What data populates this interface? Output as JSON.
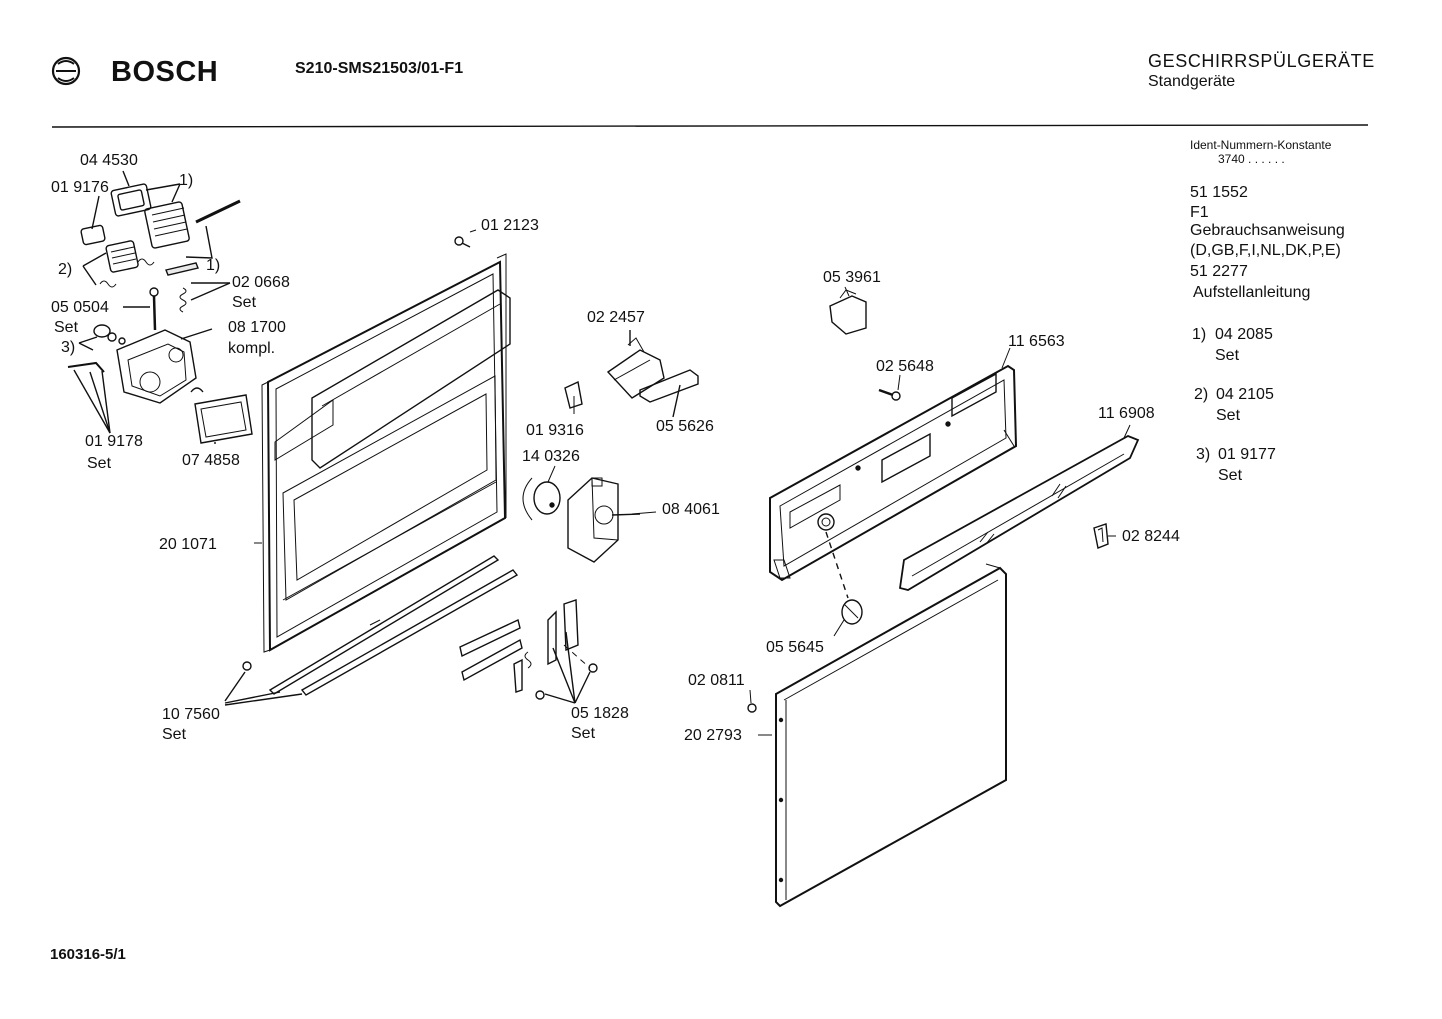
{
  "header": {
    "brand": "BOSCH",
    "model": "S210-SMS21503/01-F1",
    "category_title": "GESCHIRRSPÜLGERÄTE",
    "category_sub": "Standgeräte"
  },
  "side": {
    "ident_label": "Ident-Nummern-Konstante",
    "ident_value": "3740  . .   . . . .",
    "doc1_no": "51 1552",
    "doc1_code": "F1",
    "doc1_name": "Gebrauchsanweisung",
    "doc1_langs": "(D,GB,F,I,NL,DK,P,E)",
    "doc2_no": "51 2277",
    "doc2_name": "Aufstellanleitung",
    "notes": [
      {
        "key": "1)",
        "part": "04 2085",
        "suffix": "Set"
      },
      {
        "key": "2)",
        "part": "04 2105",
        "suffix": "Set"
      },
      {
        "key": "3)",
        "part": "01 9177",
        "suffix": "Set"
      }
    ]
  },
  "labels": {
    "l044530": "04 4530",
    "l019176": "01 9176",
    "n1a": "1)",
    "n1b": "1)",
    "n2": "2)",
    "n3": "3)",
    "l020668": "02 0668",
    "set_020668": "Set",
    "l050504": "05 0504",
    "set_050504": "Set",
    "l081700": "08 1700",
    "kompl": "kompl.",
    "l019178": "01 9178",
    "set_019178": "Set",
    "l074858": "07 4858",
    "l012123": "01 2123",
    "l022457": "02 2457",
    "l055626": "05 5626",
    "l019316": "01 9316",
    "l140326": "14 0326",
    "l084061": "08 4061",
    "l201071": "20 1071",
    "l107560": "10 7560",
    "set_107560": "Set",
    "l051828": "05 1828",
    "set_051828": "Set",
    "l053961": "05 3961",
    "l025648": "02 5648",
    "l116563": "11 6563",
    "l116908": "11 6908",
    "l028244": "02 8244",
    "l055645": "05 5645",
    "l020811": "02 0811",
    "l202793": "20 2793"
  },
  "footer": {
    "doc_number": "160316-5/1"
  }
}
